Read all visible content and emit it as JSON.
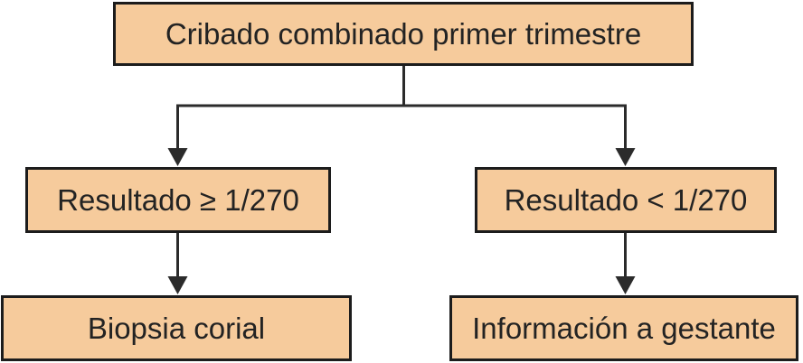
{
  "diagram": {
    "type": "flowchart",
    "nodes": [
      {
        "id": "root",
        "label": "Cribado combinado primer trimestre"
      },
      {
        "id": "left-condition",
        "label": "Resultado ≥ 1/270"
      },
      {
        "id": "right-condition",
        "label": "Resultado < 1/270"
      },
      {
        "id": "left-outcome",
        "label": "Biopsia corial"
      },
      {
        "id": "right-outcome",
        "label": "Información a gestante"
      }
    ],
    "edges": [
      {
        "from": "root",
        "to": "left-condition"
      },
      {
        "from": "root",
        "to": "right-condition"
      },
      {
        "from": "left-condition",
        "to": "left-outcome"
      },
      {
        "from": "right-condition",
        "to": "right-outcome"
      }
    ]
  },
  "colors": {
    "node-fill": "#F6CB9C",
    "node-border": "#1C1C1C",
    "connector": "#2B2B2B",
    "text": "#232323",
    "background": "#FFFFFF"
  }
}
